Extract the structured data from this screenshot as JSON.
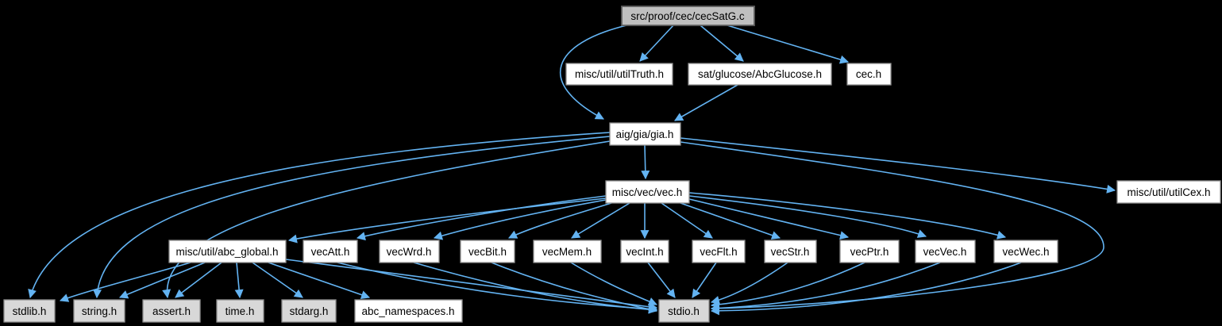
{
  "diagram": {
    "type": "include-dependency-graph",
    "root_file": "src/proof/cec/cecSatG.c",
    "colors": {
      "background": "#000000",
      "edge": "#63b3f2",
      "node_fill": "#ffffff",
      "node_border": "#8f8f8f",
      "root_fill": "#bfbfbf",
      "root_border": "#5e5e5e",
      "system_fill": "#d8d8d8",
      "text": "#000000"
    },
    "nodes": {
      "cecsatg": {
        "label": "src/proof/cec/cecSatG.c",
        "kind": "root"
      },
      "utiltruth": {
        "label": "misc/util/utilTruth.h",
        "kind": "header"
      },
      "abcglucose": {
        "label": "sat/glucose/AbcGlucose.h",
        "kind": "header"
      },
      "cec": {
        "label": "cec.h",
        "kind": "header"
      },
      "gia": {
        "label": "aig/gia/gia.h",
        "kind": "header"
      },
      "vec": {
        "label": "misc/vec/vec.h",
        "kind": "header"
      },
      "utilcex": {
        "label": "misc/util/utilCex.h",
        "kind": "header"
      },
      "abcglobal": {
        "label": "misc/util/abc_global.h",
        "kind": "header"
      },
      "vecatt": {
        "label": "vecAtt.h",
        "kind": "header"
      },
      "vecwrd": {
        "label": "vecWrd.h",
        "kind": "header"
      },
      "vecbit": {
        "label": "vecBit.h",
        "kind": "header"
      },
      "vecmem": {
        "label": "vecMem.h",
        "kind": "header"
      },
      "vecint": {
        "label": "vecInt.h",
        "kind": "header"
      },
      "vecflt": {
        "label": "vecFlt.h",
        "kind": "header"
      },
      "vecstr": {
        "label": "vecStr.h",
        "kind": "header"
      },
      "vecptr": {
        "label": "vecPtr.h",
        "kind": "header"
      },
      "vecvec": {
        "label": "vecVec.h",
        "kind": "header"
      },
      "vecwec": {
        "label": "vecWec.h",
        "kind": "header"
      },
      "stdlib": {
        "label": "stdlib.h",
        "kind": "system"
      },
      "string": {
        "label": "string.h",
        "kind": "system"
      },
      "assert": {
        "label": "assert.h",
        "kind": "system"
      },
      "time": {
        "label": "time.h",
        "kind": "system"
      },
      "stdarg": {
        "label": "stdarg.h",
        "kind": "system"
      },
      "abcns": {
        "label": "abc_namespaces.h",
        "kind": "header"
      },
      "stdio": {
        "label": "stdio.h",
        "kind": "system"
      }
    },
    "edges": [
      [
        "cecsatg",
        "utiltruth"
      ],
      [
        "cecsatg",
        "abcglucose"
      ],
      [
        "cecsatg",
        "cec"
      ],
      [
        "cecsatg",
        "gia"
      ],
      [
        "abcglucose",
        "gia"
      ],
      [
        "gia",
        "vec"
      ],
      [
        "gia",
        "utilcex"
      ],
      [
        "gia",
        "stdlib"
      ],
      [
        "gia",
        "string"
      ],
      [
        "gia",
        "assert"
      ],
      [
        "gia",
        "stdio"
      ],
      [
        "vec",
        "abcglobal"
      ],
      [
        "vec",
        "vecatt"
      ],
      [
        "vec",
        "vecwrd"
      ],
      [
        "vec",
        "vecbit"
      ],
      [
        "vec",
        "vecmem"
      ],
      [
        "vec",
        "vecint"
      ],
      [
        "vec",
        "vecflt"
      ],
      [
        "vec",
        "vecstr"
      ],
      [
        "vec",
        "vecptr"
      ],
      [
        "vec",
        "vecvec"
      ],
      [
        "vec",
        "vecwec"
      ],
      [
        "abcglobal",
        "stdlib"
      ],
      [
        "abcglobal",
        "string"
      ],
      [
        "abcglobal",
        "assert"
      ],
      [
        "abcglobal",
        "time"
      ],
      [
        "abcglobal",
        "stdarg"
      ],
      [
        "abcglobal",
        "abcns"
      ],
      [
        "abcglobal",
        "stdio"
      ],
      [
        "vecatt",
        "stdio"
      ],
      [
        "vecwrd",
        "stdio"
      ],
      [
        "vecbit",
        "stdio"
      ],
      [
        "vecmem",
        "stdio"
      ],
      [
        "vecint",
        "stdio"
      ],
      [
        "vecflt",
        "stdio"
      ],
      [
        "vecstr",
        "stdio"
      ],
      [
        "vecptr",
        "stdio"
      ],
      [
        "vecvec",
        "stdio"
      ],
      [
        "vecwec",
        "stdio"
      ]
    ]
  }
}
